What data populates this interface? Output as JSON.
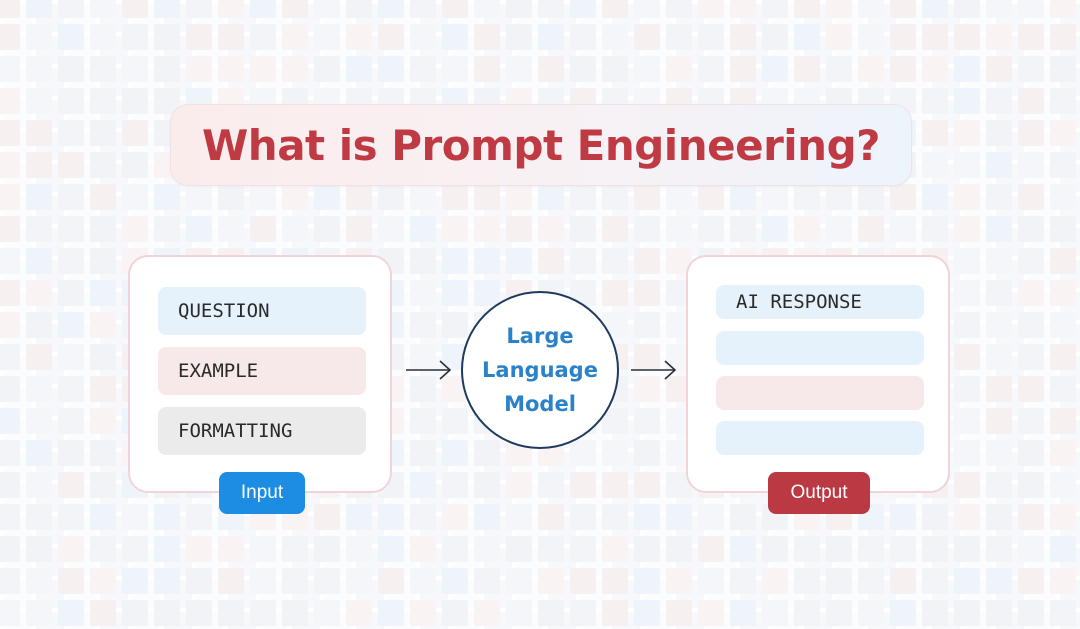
{
  "title": "What is Prompt Engineering?",
  "input_panel": {
    "items": [
      {
        "label": "QUESTION"
      },
      {
        "label": "EXAMPLE"
      },
      {
        "label": "FORMATTING"
      }
    ],
    "tag": "Input"
  },
  "model": {
    "lines": [
      "Large",
      "Language",
      "Model"
    ]
  },
  "output_panel": {
    "items": [
      {
        "label": "AI RESPONSE"
      },
      {
        "label": ""
      },
      {
        "label": ""
      },
      {
        "label": ""
      }
    ],
    "tag": "Output"
  },
  "colors": {
    "title": "#bf3a43",
    "input_tag": "#1d8de3",
    "output_tag": "#bb3942",
    "model_text": "#2b82c9",
    "model_border": "#1e3a5f",
    "panel_border": "#efd5d7",
    "item_blue": "#e6f2fb",
    "item_pink": "#f7e9ea",
    "item_gray": "#ebebec"
  },
  "icons": [
    "arrow-right-icon",
    "arrow-right-icon"
  ]
}
